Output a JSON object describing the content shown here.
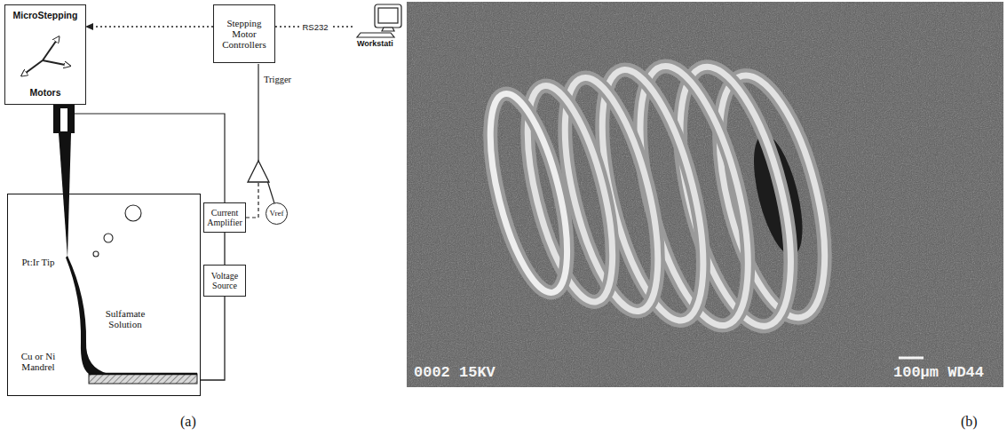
{
  "diagram": {
    "nodes": [
      {
        "text": [
          "MicroStepping",
          "Motors"
        ]
      },
      {
        "text": [
          "Stepping Motor Controllers"
        ]
      },
      {
        "text": [
          "Workstati"
        ]
      },
      {
        "text": [
          "Current Amplifier"
        ]
      },
      {
        "text": [
          "Voltage Source"
        ]
      },
      {
        "text": [
          "Vref"
        ]
      },
      {
        "text": [
          "Pt:Ir Tip",
          "Sulfamate Solution",
          "Cu or Ni Mandrel"
        ]
      }
    ],
    "edges": [
      {
        "from": 1,
        "to": 0,
        "arrow": "to"
      },
      {
        "from": 1,
        "to": 2,
        "label": "RS232",
        "arrow": "none"
      },
      {
        "from": 3,
        "to": 4,
        "arrow": "none"
      },
      {
        "from": 4,
        "to": 6,
        "arrow": "none"
      }
    ],
    "labels": [
      "Trigger",
      "(a)",
      "(b)",
      "0002 15KV",
      "100µm WD44"
    ]
  }
}
